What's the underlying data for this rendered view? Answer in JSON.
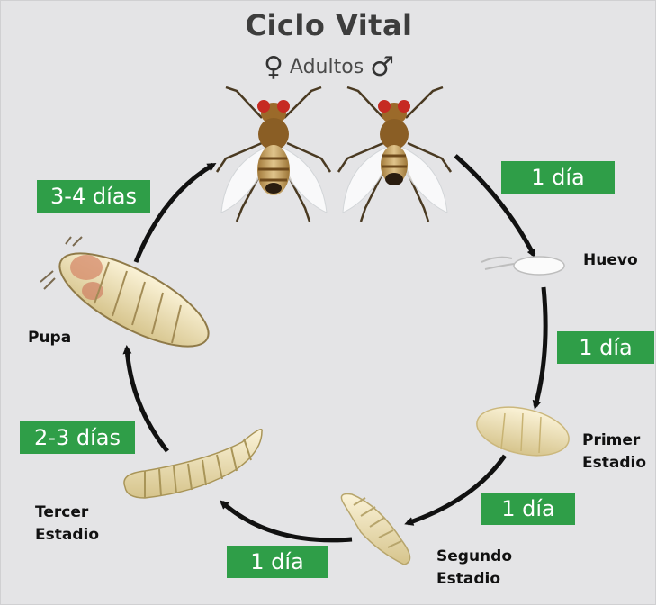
{
  "title": "Ciclo Vital",
  "subtitle": {
    "female_symbol": "♀",
    "text": "Adultos",
    "male_symbol": "♂"
  },
  "durations": {
    "adult_to_egg": "1 día",
    "egg_to_first": "1 día",
    "first_to_second": "1 día",
    "second_to_third": "1 día",
    "third_to_pupa": "2-3 días",
    "pupa_to_adult": "3-4 días"
  },
  "stages": {
    "egg": "Huevo",
    "first_line1": "Primer",
    "first_line2": "Estadio",
    "second_line1": "Segundo",
    "second_line2": "Estadio",
    "third_line1": "Tercer",
    "third_line2": "Estadio",
    "pupa": "Pupa"
  },
  "colors": {
    "background": "#e4e4e6",
    "badge_green": "#2f9e48",
    "arrow": "#111111"
  }
}
